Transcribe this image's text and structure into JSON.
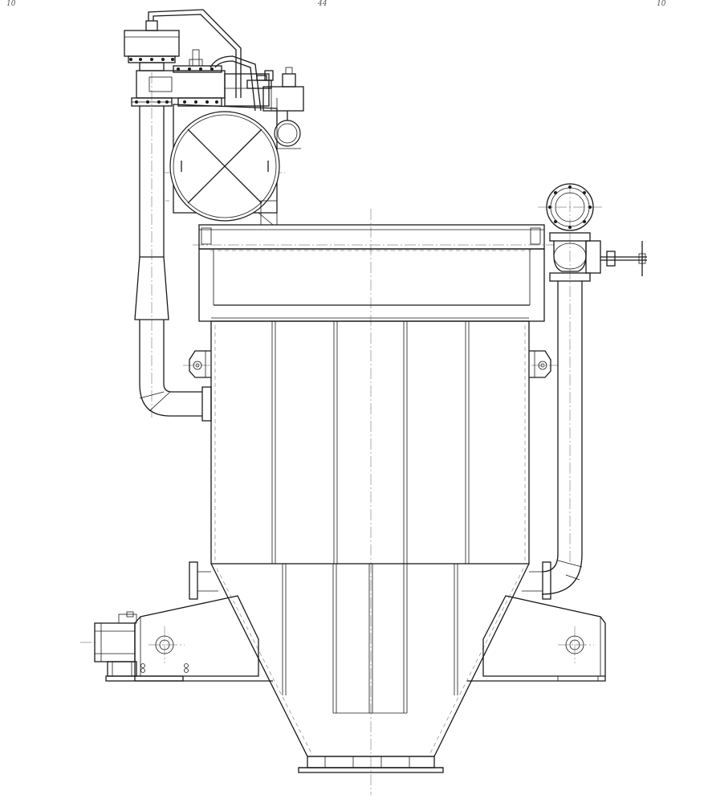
{
  "drawing": {
    "sheet_marks": {
      "top_left": "10",
      "top_center": "44",
      "top_right": "10"
    }
  },
  "colors": {
    "line": "#1a1a1a",
    "centerline": "#8a8a8a",
    "background": "#ffffff"
  }
}
